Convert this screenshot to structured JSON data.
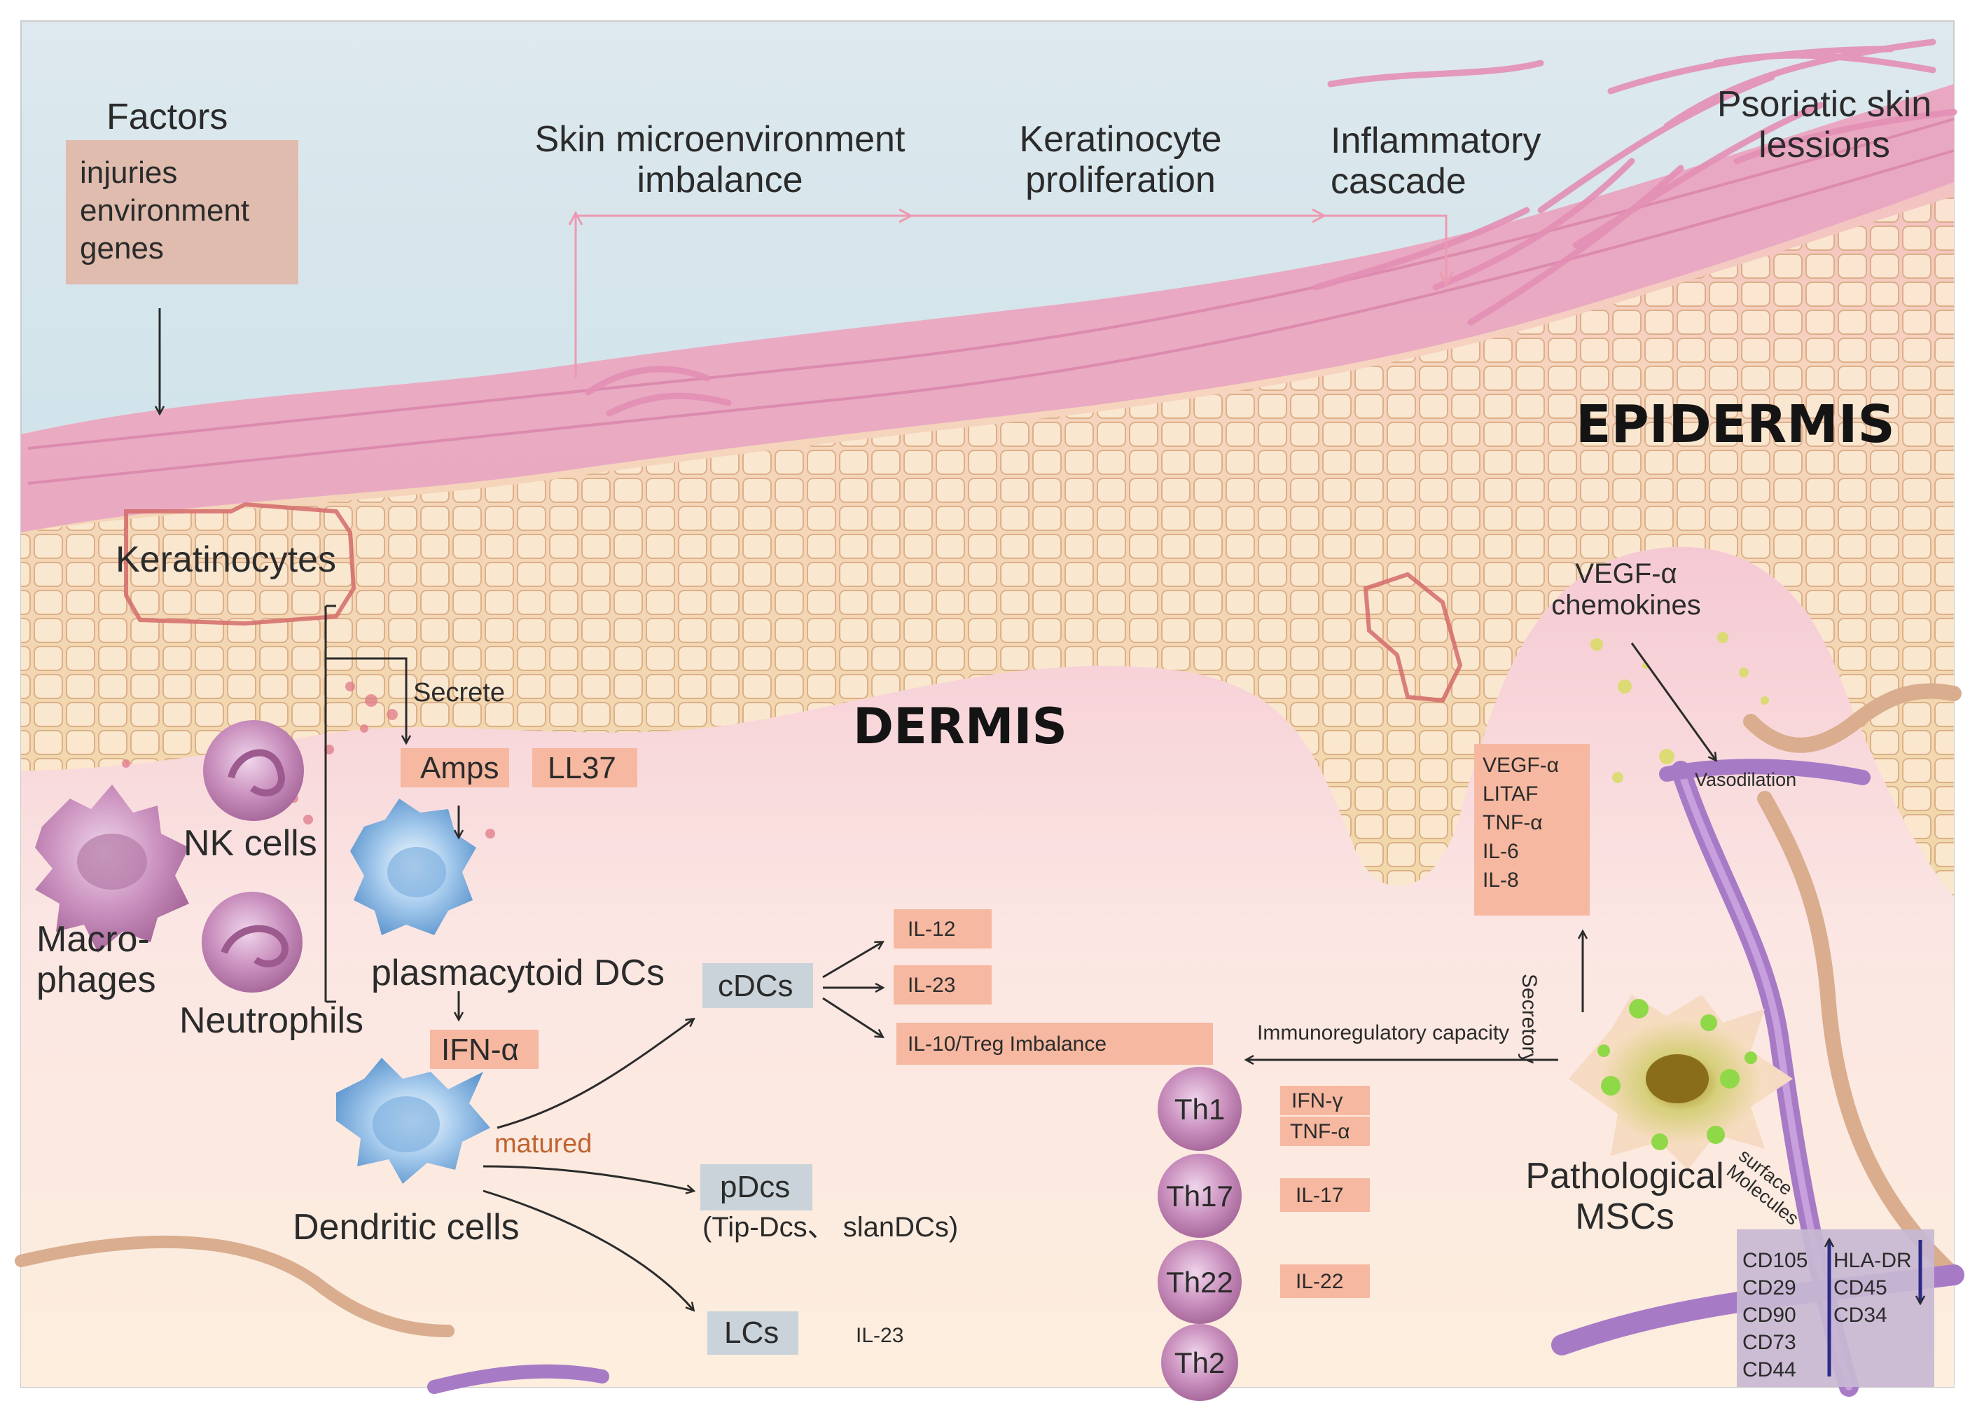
{
  "title_factors": "Factors",
  "factors": [
    "injuries",
    "environment",
    "genes"
  ],
  "flow": {
    "step1": [
      "Skin microenvironment",
      "imbalance"
    ],
    "step2": [
      "Keratinocyte",
      "proliferation"
    ],
    "step3": [
      "Inflammatory",
      "cascade"
    ],
    "step4": [
      "Psoriatic skin",
      "lessions"
    ]
  },
  "layers": {
    "epidermis": "EPIDERMIS",
    "dermis": "DERMIS"
  },
  "cells": {
    "keratinocytes": "Keratinocytes",
    "nk": "NK cells",
    "macrophages": [
      "Macro-",
      "phages"
    ],
    "neutrophils": "Neutrophils",
    "pdc": "plasmacytoid DCs",
    "dc": "Dendritic cells",
    "msc": [
      "Pathological",
      "MSCs"
    ]
  },
  "labels": {
    "secrete": "Secrete",
    "matured": "matured",
    "vegf_chemokines": [
      "VEGF-α",
      "chemokines"
    ],
    "vasodilation": "Vasodilation",
    "immunoregulatory": "Immunoregulatory capacity",
    "secretory": "Secretory",
    "surface_molecules": [
      "surface",
      "Molecules"
    ]
  },
  "boxes": {
    "amps": "Amps",
    "ll37": "LL37",
    "ifna": "IFN-α",
    "cdcs": "cDCs",
    "il12": "IL-12",
    "il23": "IL-23",
    "il10treg": "IL-10/Treg Imbalance",
    "pdcs": "pDcs",
    "pdcs_sub": "(Tip-Dcs、 slanDCs)",
    "lcs": "LCs",
    "lcs_il23": "IL-23",
    "msc_secreted": [
      "VEGF-α",
      "LITAF",
      "TNF-α",
      "IL-6",
      "IL-8"
    ]
  },
  "th_cells": [
    {
      "name": "Th1",
      "cytokines": [
        "IFN-γ",
        "TNF-α"
      ]
    },
    {
      "name": "Th17",
      "cytokines": [
        "IL-17"
      ]
    },
    {
      "name": "Th22",
      "cytokines": [
        "IL-22"
      ]
    },
    {
      "name": "Th2",
      "cytokines": []
    }
  ],
  "markers": {
    "up": [
      "CD105",
      "CD29",
      "CD90",
      "CD73",
      "CD44"
    ],
    "down": [
      "HLA-DR",
      "CD45",
      "CD34"
    ]
  },
  "colors": {
    "sky": "#c5dde6",
    "epidermis_top": "#e6a9c6",
    "keratinocyte_layer": "#f4dcbc",
    "dermis": "#f8d8dc",
    "salmon_box": "#f6b8a0",
    "grey_box": "#c9d3d9",
    "flow_arrow": "#ec9ab0",
    "matured_text": "#c0632f",
    "vessel_purple": "#a77ac6",
    "vessel_tan": "#d9ad8e",
    "marker_panel": "#c8b7d3"
  }
}
